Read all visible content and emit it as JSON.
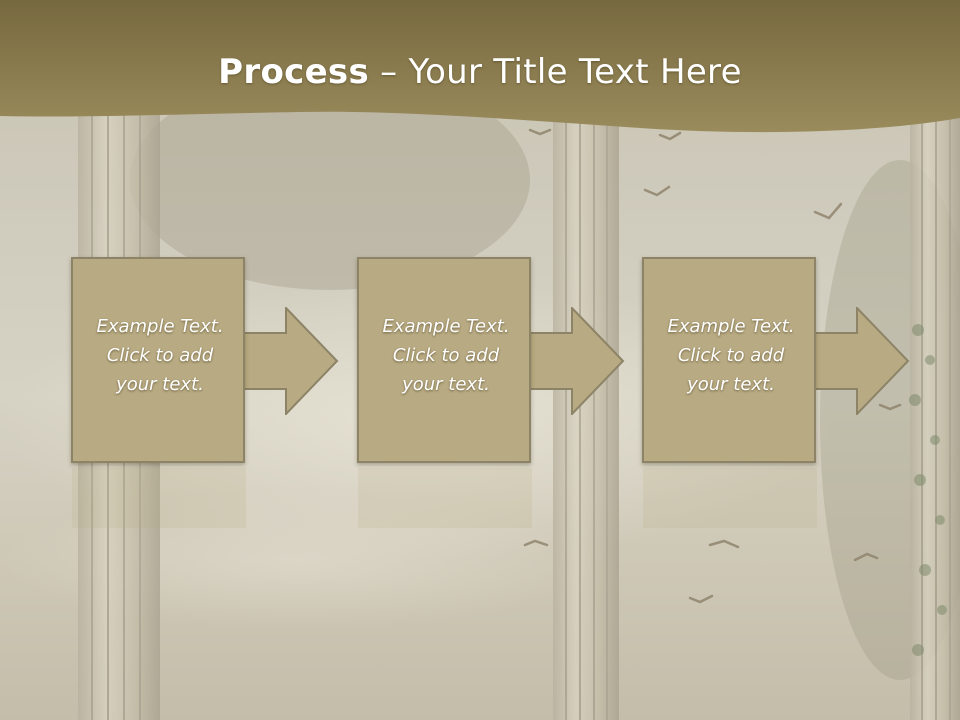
{
  "title": {
    "bold": "Process",
    "rest": " – Your Title Text Here"
  },
  "steps": [
    {
      "text": [
        "Example Text.",
        "Click  to add",
        "your text."
      ]
    },
    {
      "text": [
        "Example Text.",
        "Click  to add",
        "your text."
      ]
    },
    {
      "text": [
        "Example Text.",
        "Click  to add",
        "your text."
      ]
    }
  ],
  "colors": {
    "header_band": "#8a7c4f",
    "box_fill": "#b8aa82",
    "box_border": "#8d8468",
    "text": "#ffffff"
  }
}
